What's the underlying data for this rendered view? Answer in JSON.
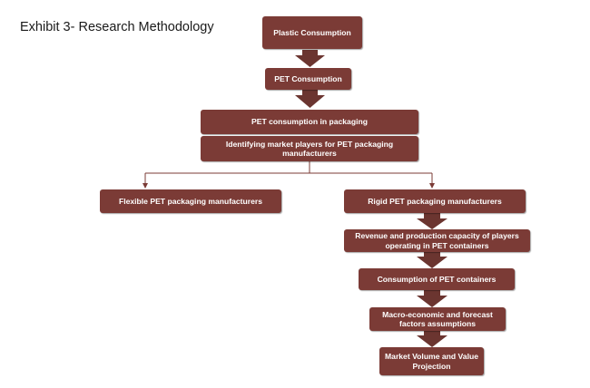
{
  "title": "Exhibit 3- Research Methodology",
  "nodes": {
    "plastic_consumption": "Plastic Consumption",
    "pet_consumption": "PET Consumption",
    "pet_packaging": "PET consumption in packaging",
    "identifying_players": "Identifying market players for PET packaging manufacturers",
    "flexible": "Flexible PET packaging manufacturers",
    "rigid": "Rigid PET packaging manufacturers",
    "revenue_capacity": "Revenue and production capacity of players operating in PET containers",
    "containers": "Consumption of PET containers",
    "macro": "Macro-economic and forecast factors assumptions",
    "projection": "Market Volume and Value Projection"
  },
  "colors": {
    "box": "#7b3b36",
    "arrow": "#6b3530",
    "text": "#ffffff"
  }
}
